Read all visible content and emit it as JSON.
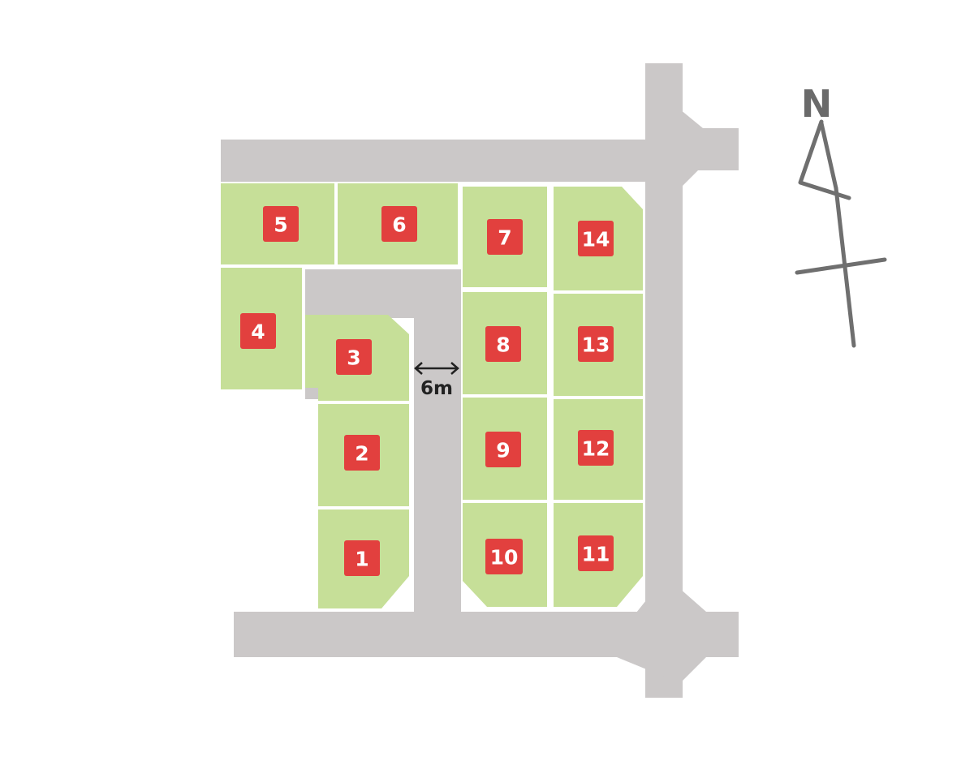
{
  "map": {
    "colors": {
      "road": "#cbc8c8",
      "lot": "#c6df98",
      "lot_badge": "#e2403e",
      "badge_text": "#ffffff",
      "compass": "#6f6f6f",
      "background": "#ffffff"
    },
    "lots": [
      {
        "id": "lot-1",
        "label": "1"
      },
      {
        "id": "lot-2",
        "label": "2"
      },
      {
        "id": "lot-3",
        "label": "3"
      },
      {
        "id": "lot-4",
        "label": "4"
      },
      {
        "id": "lot-5",
        "label": "5"
      },
      {
        "id": "lot-6",
        "label": "6"
      },
      {
        "id": "lot-7",
        "label": "7"
      },
      {
        "id": "lot-8",
        "label": "8"
      },
      {
        "id": "lot-9",
        "label": "9"
      },
      {
        "id": "lot-10",
        "label": "10"
      },
      {
        "id": "lot-11",
        "label": "11"
      },
      {
        "id": "lot-12",
        "label": "12"
      },
      {
        "id": "lot-13",
        "label": "13"
      },
      {
        "id": "lot-14",
        "label": "14"
      }
    ],
    "road_width_label": "6m",
    "compass": {
      "north_label": "N",
      "icon": "north-arrow-icon"
    }
  }
}
